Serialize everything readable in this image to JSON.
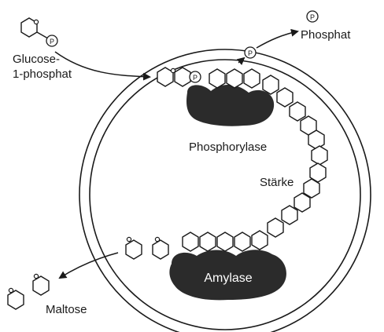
{
  "labels": {
    "glucose_line1": "Glucose-",
    "glucose_line2": "1-phosphat",
    "phosphat": "Phosphat",
    "phosphorylase": "Phosphorylase",
    "staerke": "Stärke",
    "amylase": "Amylase",
    "maltose": "Maltose"
  },
  "phosphate_symbol": "P",
  "colors": {
    "ink": "#1a1a1a",
    "enzyme": "#2b2b2b",
    "enzyme_text": "#ffffff"
  }
}
